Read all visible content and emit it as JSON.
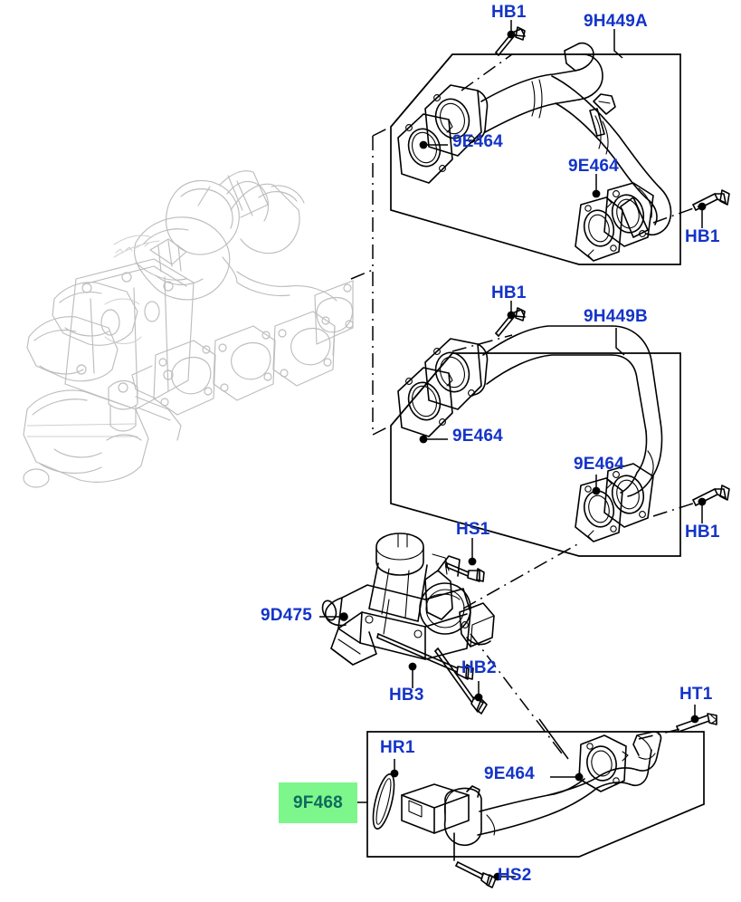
{
  "diagram": {
    "title": "EGR System Exploded Parts Diagram",
    "background_color": "#ffffff",
    "label_color": "#1434C8",
    "highlight_bg_color": "#7DF78B",
    "highlight_text_color": "#0E6B5E",
    "line_color": "#000000",
    "ghost_color": "#BFBFBF"
  },
  "callouts": {
    "hb1_top": "HB1",
    "part_9h449a": "9H449A",
    "ge464_a_left": "9E464",
    "ge464_a_right": "9E464",
    "hb1_a_right": "HB1",
    "hb1_mid": "HB1",
    "part_9h449b": "9H449B",
    "ge464_b_left": "9E464",
    "ge464_b_right": "9E464",
    "hb1_b_right": "HB1",
    "hs1": "HS1",
    "part_9d475": "9D475",
    "hb3": "HB3",
    "hb2": "HB2",
    "ht1": "HT1",
    "hr1": "HR1",
    "part_9f468": "9F468",
    "ge464_c": "9E464",
    "hs2": "HS2"
  },
  "groups": [
    {
      "id": "group-a",
      "label": "9H449A",
      "parts": [
        "HB1",
        "9E464",
        "9E464",
        "HB1"
      ]
    },
    {
      "id": "group-b",
      "label": "9H449B",
      "parts": [
        "HB1",
        "9E464",
        "9E464",
        "HB1"
      ]
    },
    {
      "id": "group-valve",
      "label": "9D475",
      "parts": [
        "HS1",
        "HB3",
        "HB2"
      ]
    },
    {
      "id": "group-cooler",
      "label": "9F468",
      "parts": [
        "HR1",
        "9E464",
        "HT1",
        "HS2"
      ],
      "highlighted": true
    }
  ]
}
